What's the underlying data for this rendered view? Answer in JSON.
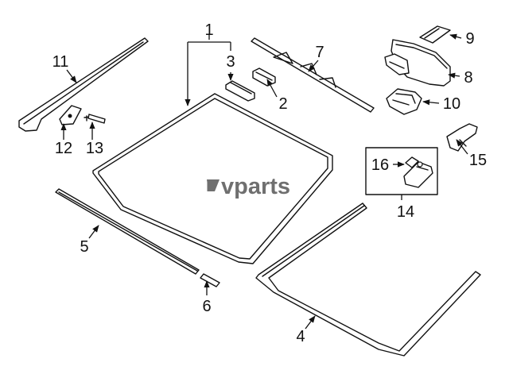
{
  "brand": {
    "watermark": "vparts",
    "colors": {
      "ink": "#111111",
      "watermark": "#6f6f6f",
      "background": "#ffffff"
    }
  },
  "callouts": {
    "windshield": "1",
    "clip": "2",
    "spacer": "3",
    "lower_molding": "4",
    "side_molding": "5",
    "molding_end": "6",
    "wiper_blade": "7",
    "rear_view_mirror": "8",
    "mirror_cover": "9",
    "sensor_bracket": "10",
    "pillar_molding": "11",
    "retainer": "12",
    "screw": "13",
    "urethane_kit": "14",
    "stud": "15",
    "primer": "16"
  }
}
